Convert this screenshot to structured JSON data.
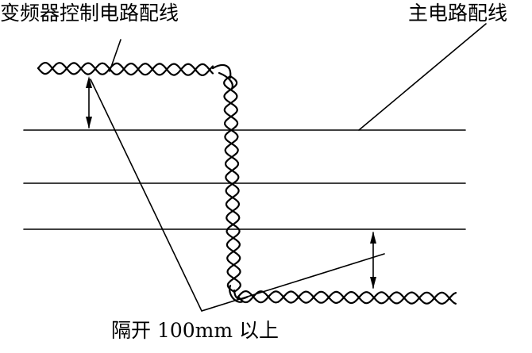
{
  "labels": {
    "vfd_control_wiring": "变频器控制电路配线",
    "main_circuit_wiring": "主电路配线",
    "separation_note": "隔开 100mm 以上"
  },
  "colors": {
    "stroke": "#000000",
    "background": "#ffffff"
  }
}
